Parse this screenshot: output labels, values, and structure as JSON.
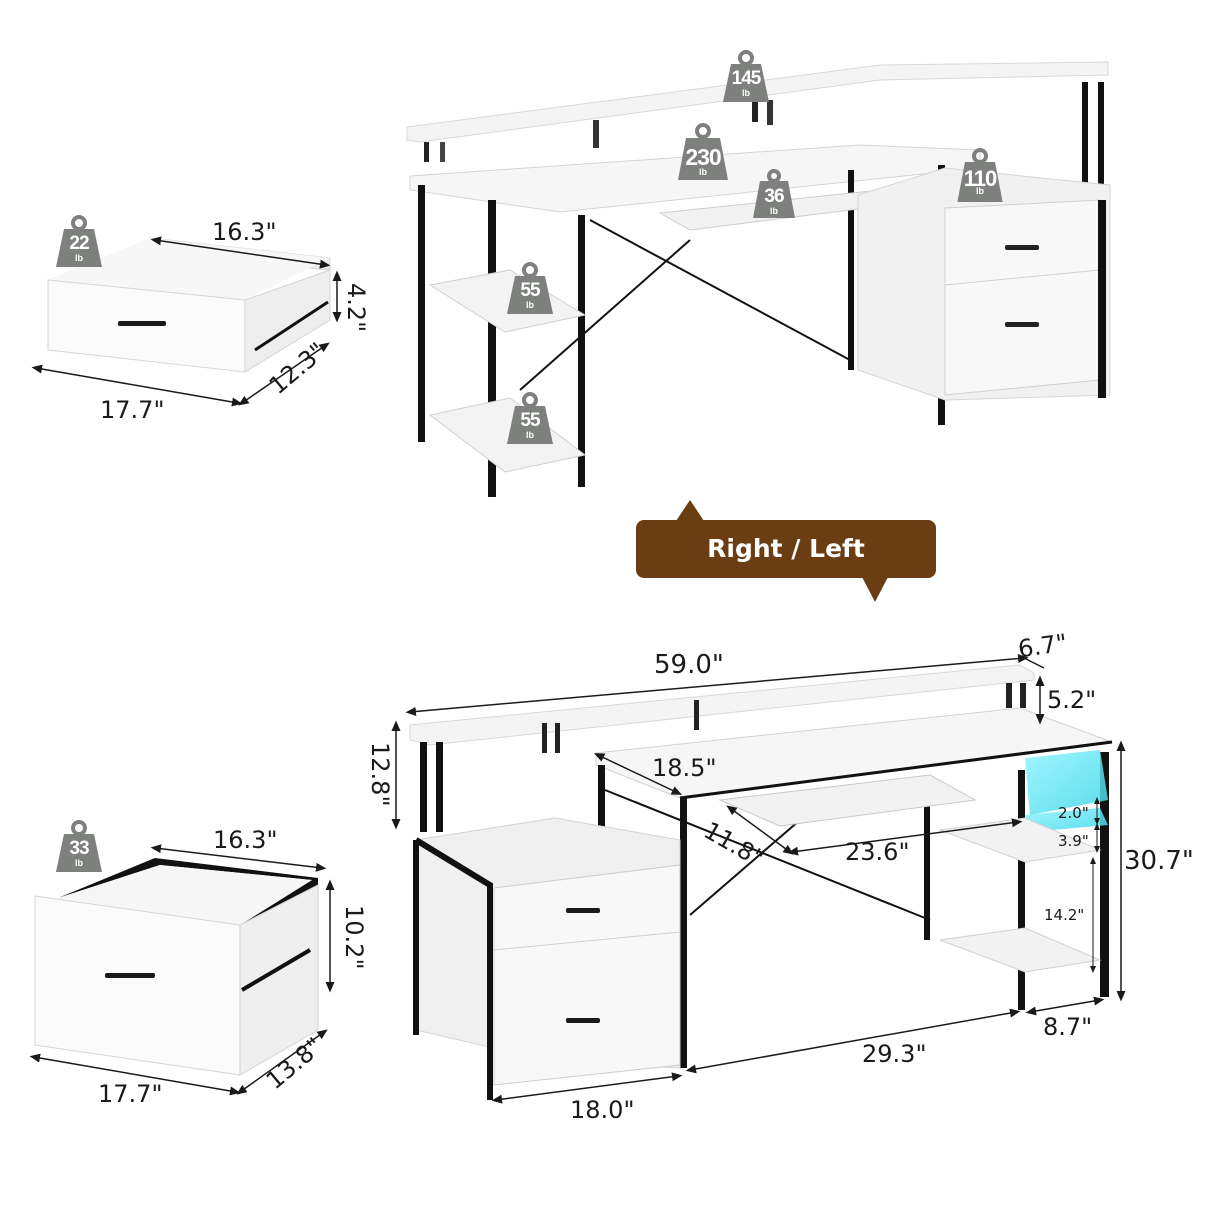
{
  "toggle_banner": {
    "label": "Right /  Left",
    "color": "#6b3d12"
  },
  "weight_capacities": {
    "unit": "lb",
    "monitor_shelf": "145",
    "desktop": "230",
    "keyboard_tray": "36",
    "file_cabinet_top": "110",
    "side_shelf_upper": "55",
    "side_shelf_lower": "55",
    "small_drawer": "22",
    "large_drawer": "33",
    "badge_color": "#7d807d"
  },
  "small_drawer": {
    "inner_width": "16.3\"",
    "height": "4.2\"",
    "front_width": "17.7\"",
    "depth": "12.3\""
  },
  "large_drawer": {
    "inner_width": "16.3\"",
    "height": "10.2\"",
    "front_width": "17.7\"",
    "depth": "13.8\""
  },
  "desk_dimensions": {
    "total_width": "59.0\"",
    "shelf_depth": "6.7\"",
    "shelf_height": "5.2\"",
    "hutch_height": "12.8\"",
    "desk_depth": "18.5\"",
    "keyboard_depth": "11.8\"",
    "keyboard_width": "23.6\"",
    "shelf_gap_1": "2.0\"",
    "shelf_gap_2": "3.9\"",
    "shelf_gap_3": "14.2\"",
    "desk_height": "30.7\"",
    "leg_span": "29.3\"",
    "cabinet_width": "18.0\"",
    "side_shelf_depth": "8.7\""
  }
}
